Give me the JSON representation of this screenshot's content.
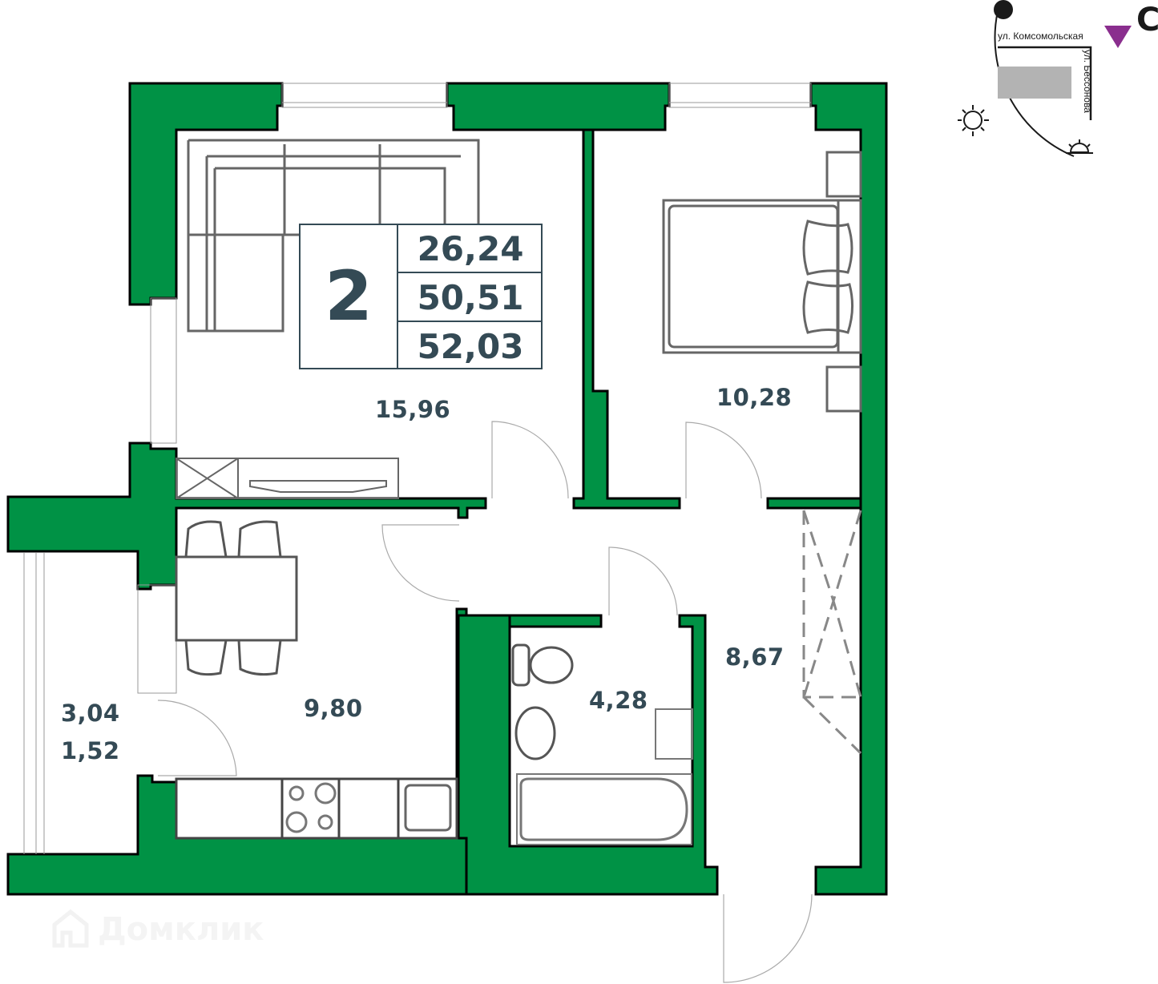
{
  "plan": {
    "type": "apartment-floor-plan",
    "rooms_count": "2",
    "area_living": "26,24",
    "area_total": "50,51",
    "area_with_balcony": "52,03",
    "rooms": [
      {
        "name": "living-room",
        "area": "15,96"
      },
      {
        "name": "bedroom",
        "area": "10,28"
      },
      {
        "name": "kitchen",
        "area": "9,80"
      },
      {
        "name": "hallway",
        "area": "8,67"
      },
      {
        "name": "bathroom",
        "area": "4,28"
      },
      {
        "name": "balcony",
        "area": "3,04",
        "area_reduced": "1,52"
      }
    ]
  },
  "orientation": {
    "north_label": "С",
    "street_top": "ул. Комсомольская",
    "street_right": "ул. Бессонова"
  },
  "colors": {
    "wall": "#009245",
    "text": "#344a55",
    "north_arrow": "#8a2e8e",
    "building": "#b3b3b3"
  },
  "watermark": {
    "text": "Домклик"
  }
}
